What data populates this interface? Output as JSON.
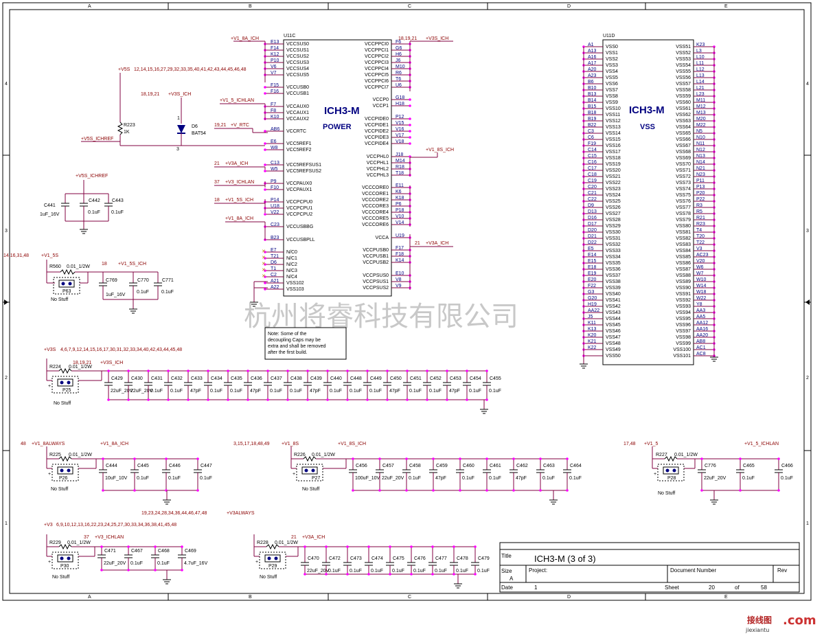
{
  "border": {
    "cols": [
      "A",
      "B",
      "C",
      "D",
      "E"
    ],
    "rows": [
      "4",
      "3",
      "2",
      "1"
    ]
  },
  "u11c": {
    "ref": "U11C",
    "name": "ICH3-M",
    "sub": "POWER",
    "left_pins": [
      [
        "E13",
        "VCCSUS0"
      ],
      [
        "F14",
        "VCCSUS1"
      ],
      [
        "K12",
        "VCCSUS2"
      ],
      [
        "P10",
        "VCCSUS3"
      ],
      [
        "V6",
        "VCCSUS4"
      ],
      [
        "V7",
        "VCCSUS5"
      ],
      [
        "F15",
        "VCCUSB0"
      ],
      [
        "F16",
        "VCCUSB1"
      ],
      [
        "F7",
        "VCCAUX0"
      ],
      [
        "F8",
        "VCCAUX1"
      ],
      [
        "K10",
        "VCCAUX2"
      ],
      [
        "AB6",
        "VCCRTC"
      ],
      [
        "E6",
        "VCC5REF1"
      ],
      [
        "W8",
        "VCC5REF2"
      ],
      [
        "C13",
        "VCC5REFSUS1"
      ],
      [
        "W5",
        "VCC5REFSUS2"
      ],
      [
        "P9",
        "VCCPAUX0"
      ],
      [
        "F10",
        "VCCPAUX1"
      ],
      [
        "P14",
        "VCCPCPU0"
      ],
      [
        "U18",
        "VCCPCPU1"
      ],
      [
        "V22",
        "VCCPCPU2"
      ],
      [
        "C23",
        "VCCUSBBG"
      ],
      [
        "B23",
        "VCCUSBPLL"
      ],
      [
        "E7",
        "N/C0"
      ],
      [
        "T21",
        "N/C1"
      ],
      [
        "D6",
        "N/C2"
      ],
      [
        "T1",
        "N/C3"
      ],
      [
        "C2",
        "N/C4"
      ],
      [
        "A21",
        "VSS102"
      ],
      [
        "A22",
        "VSS103"
      ]
    ],
    "right_pins": [
      [
        "F6",
        "VCCPPCI0"
      ],
      [
        "G6",
        "VCCPPCI1"
      ],
      [
        "H6",
        "VCCPPCI2"
      ],
      [
        "J6",
        "VCCPPCI3"
      ],
      [
        "M10",
        "VCCPPCI4"
      ],
      [
        "R6",
        "VCCPPCI5"
      ],
      [
        "T6",
        "VCCPPCI6"
      ],
      [
        "U6",
        "VCCPPCI7"
      ],
      [
        "G18",
        "VCCP0"
      ],
      [
        "H18",
        "VCCP1"
      ],
      [
        "P12",
        "VCCPIDE0"
      ],
      [
        "V15",
        "VCCPIDE1"
      ],
      [
        "V16",
        "VCCPIDE2"
      ],
      [
        "V17",
        "VCCPIDE3"
      ],
      [
        "V18",
        "VCCPIDE4"
      ],
      [
        "J18",
        "VCCPHL0"
      ],
      [
        "M14",
        "VCCPHL1"
      ],
      [
        "R18",
        "VCCPHL2"
      ],
      [
        "T18",
        "VCCPHL3"
      ],
      [
        "E11",
        "VCCCORE0"
      ],
      [
        "K6",
        "VCCCORE1"
      ],
      [
        "K18",
        "VCCCORE2"
      ],
      [
        "P6",
        "VCCCORE3"
      ],
      [
        "P18",
        "VCCCORE4"
      ],
      [
        "V10",
        "VCCCORE5"
      ],
      [
        "V14",
        "VCCCORE6"
      ],
      [
        "U19",
        "VCCA"
      ],
      [
        "F17",
        "VCCPUSB0"
      ],
      [
        "F18",
        "VCCPUSB1"
      ],
      [
        "K14",
        "VCCPUSB2"
      ],
      [
        "E10",
        "VCCPSUS0"
      ],
      [
        "V8",
        "VCCPSUS1"
      ],
      [
        "V9",
        "VCCPSUS2"
      ]
    ]
  },
  "u11d": {
    "ref": "U11D",
    "name": "ICH3-M",
    "sub": "VSS",
    "left_pins": [
      [
        "A1",
        "VSS0"
      ],
      [
        "A13",
        "VSS1"
      ],
      [
        "A16",
        "VSS2"
      ],
      [
        "A17",
        "VSS3"
      ],
      [
        "A20",
        "VSS4"
      ],
      [
        "A23",
        "VSS5"
      ],
      [
        "B6",
        "VSS6"
      ],
      [
        "B10",
        "VSS7"
      ],
      [
        "B13",
        "VSS8"
      ],
      [
        "B14",
        "VSS9"
      ],
      [
        "B15",
        "VSS10"
      ],
      [
        "B18",
        "VSS11"
      ],
      [
        "B19",
        "VSS12"
      ],
      [
        "B22",
        "VSS13"
      ],
      [
        "C3",
        "VSS14"
      ],
      [
        "C6",
        "VSS15"
      ],
      [
        "F19",
        "VSS16"
      ],
      [
        "C14",
        "VSS17"
      ],
      [
        "C15",
        "VSS18"
      ],
      [
        "C16",
        "VSS19"
      ],
      [
        "C17",
        "VSS20"
      ],
      [
        "C18",
        "VSS21"
      ],
      [
        "C19",
        "VSS22"
      ],
      [
        "C20",
        "VSS23"
      ],
      [
        "C21",
        "VSS24"
      ],
      [
        "C22",
        "VSS25"
      ],
      [
        "D9",
        "VSS26"
      ],
      [
        "D13",
        "VSS27"
      ],
      [
        "D16",
        "VSS28"
      ],
      [
        "D17",
        "VSS29"
      ],
      [
        "D20",
        "VSS30"
      ],
      [
        "D21",
        "VSS31"
      ],
      [
        "D22",
        "VSS32"
      ],
      [
        "E5",
        "VSS33"
      ],
      [
        "E14",
        "VSS34"
      ],
      [
        "E15",
        "VSS35"
      ],
      [
        "E18",
        "VSS36"
      ],
      [
        "E19",
        "VSS37"
      ],
      [
        "E20",
        "VSS38"
      ],
      [
        "F22",
        "VSS39"
      ],
      [
        "G3",
        "VSS40"
      ],
      [
        "G20",
        "VSS41"
      ],
      [
        "H19",
        "VSS42"
      ],
      [
        "AA22",
        "VSS43"
      ],
      [
        "J5",
        "VSS44"
      ],
      [
        "K11",
        "VSS45"
      ],
      [
        "K13",
        "VSS46"
      ],
      [
        "K20",
        "VSS47"
      ],
      [
        "K21",
        "VSS48"
      ],
      [
        "K22",
        "VSS49"
      ],
      [
        "",
        "VSS50"
      ]
    ],
    "right_pins": [
      [
        "K23",
        "VSS51"
      ],
      [
        "L3",
        "VSS52"
      ],
      [
        "L10",
        "VSS53"
      ],
      [
        "L11",
        "VSS54"
      ],
      [
        "L12",
        "VSS55"
      ],
      [
        "L13",
        "VSS56"
      ],
      [
        "L14",
        "VSS57"
      ],
      [
        "L21",
        "VSS58"
      ],
      [
        "L23",
        "VSS59"
      ],
      [
        "M11",
        "VSS60"
      ],
      [
        "M12",
        "VSS61"
      ],
      [
        "M13",
        "VSS62"
      ],
      [
        "M20",
        "VSS63"
      ],
      [
        "M22",
        "VSS64"
      ],
      [
        "N5",
        "VSS65"
      ],
      [
        "N10",
        "VSS66"
      ],
      [
        "N11",
        "VSS67"
      ],
      [
        "N12",
        "VSS68"
      ],
      [
        "N13",
        "VSS69"
      ],
      [
        "N14",
        "VSS70"
      ],
      [
        "N21",
        "VSS71"
      ],
      [
        "N23",
        "VSS72"
      ],
      [
        "P11",
        "VSS73"
      ],
      [
        "P13",
        "VSS74"
      ],
      [
        "P20",
        "VSS75"
      ],
      [
        "P22",
        "VSS76"
      ],
      [
        "R3",
        "VSS77"
      ],
      [
        "R5",
        "VSS78"
      ],
      [
        "R21",
        "VSS79"
      ],
      [
        "R23",
        "VSS80"
      ],
      [
        "T4",
        "VSS81"
      ],
      [
        "T20",
        "VSS82"
      ],
      [
        "T22",
        "VSS83"
      ],
      [
        "V3",
        "VSS84"
      ],
      [
        "AC23",
        "VSS85"
      ],
      [
        "V20",
        "VSS86"
      ],
      [
        "W6",
        "VSS87"
      ],
      [
        "W7",
        "VSS88"
      ],
      [
        "W10",
        "VSS89"
      ],
      [
        "W14",
        "VSS90"
      ],
      [
        "W18",
        "VSS91"
      ],
      [
        "W22",
        "VSS92"
      ],
      [
        "Y8",
        "VSS93"
      ],
      [
        "AA3",
        "VSS94"
      ],
      [
        "AA5",
        "VSS95"
      ],
      [
        "AA12",
        "VSS96"
      ],
      [
        "AA16",
        "VSS97"
      ],
      [
        "AA20",
        "VSS98"
      ],
      [
        "AB8",
        "VSS99"
      ],
      [
        "AC1",
        "VSS100"
      ],
      [
        "AC8",
        "VSS101"
      ]
    ]
  },
  "nets": {
    "v1_8a_top": "+V1_8A_ICH",
    "v3s_top": "+V3S_ICH",
    "v3s_top_pages": "18,19,21",
    "v5s": "+V5S",
    "v5s_pages": "12,14,15,16,27,29,32,33,35,40,41,42,43,44,45,46,48",
    "v3s_d6_pages": "18,19,21",
    "v3s_d6": "+V3S_ICH",
    "v1_5_ichlan": "+V1_5_ICHLAN",
    "v_rtc_pages": "19,21",
    "v_rtc": "+V_RTC",
    "v5s_ichref_a": "+V5S_ICHREF",
    "v3a_ich_21": "21",
    "v3a_ich": "+V3A_ICH",
    "v3_ichlan_37": "37",
    "v3_ichlan": "+V3_ICHLAN",
    "v1_5s_18": "18",
    "v1_5s_ich": "+V1_5S_ICH",
    "v1_8a_ich2": "+V1_8A_ICH",
    "v1_8s_ich_r": "+V1_8S_ICH",
    "v3a_ich_r_pages": "21",
    "v3a_ich_r": "+V3A_ICH",
    "v5s_ichref_b": "+V5S_ICHREF",
    "v1_5s_pages": "14,16,31,48",
    "v1_5s": "+V1_5S",
    "v1_5s_ich_b_pages": "18",
    "v1_5s_ich_b": "+V1_5S_ICH",
    "v3s_pages": "4,6,7,9,12,14,15,16,17,30,31,32,33,34,40,42,43,44,45,48",
    "v3s": "+V3S",
    "v3s_ich_pages": "18,19,21",
    "v3s_ich": "+V3S_ICH",
    "v1_8always_pages": "48",
    "v1_8always": "+V1_8ALWAYS",
    "v1_8a_ich3": "+V1_8A_ICH",
    "v1_8s_pages": "3,15,17,18,48,49",
    "v1_8s": "+V1_8S",
    "v1_8s_ich": "+V1_8S_ICH",
    "v1_5_pages": "17,48",
    "v1_5": "+V1_5",
    "v1_5_ichlan2": "+V1_5_ICHLAN",
    "v3always_pages": "19,23,24,28,34,36,44,46,47,48",
    "v3always": "+V3ALWAYS",
    "v3_pages": "6,9,10,12,13,16,22,23,24,25,27,30,33,34,36,38,41,45,48",
    "v3": "+V3",
    "v3_ichlan2_pages": "37",
    "v3_ichlan2": "+V3_ICHLAN",
    "v3a_ich3_pages": "21",
    "v3a_ich3": "+V3A_ICH"
  },
  "parts": {
    "r223": "R223",
    "r223_v": "1K",
    "d6": "D6",
    "d6_v": "BAT54",
    "d6_p1": "1",
    "d6_p3": "3",
    "c441": "C441",
    "c441_v": "1uF_16V",
    "c442": "C442",
    "c442_v": "0.1uF",
    "c443": "C443",
    "c443_v": "0.1uF",
    "r560": "R560",
    "r560_v": "0.01_1/2W",
    "p63": "P63",
    "c769": "C769",
    "c769_v": "1uF_16V",
    "c770": "C770",
    "c770_v": "0.1uF",
    "c771": "C771",
    "c771_v": "0.1uF",
    "no_stuff": "No Stuff",
    "r224": "R224",
    "r224_v": "0.01_1/2W",
    "p25": "P25",
    "r225": "R225",
    "r225_v": "0.01_1/2W",
    "p26": "P26",
    "r226": "R226",
    "r226_v": "0.01_1/2W",
    "p27": "P27",
    "r227": "R227",
    "r227_v": "0.01_1/2W",
    "p28": "P28",
    "r229": "R229",
    "r229_v": "0.01_1/2W",
    "p30": "P30",
    "r228": "R228",
    "r228_v": "0.01_1/2W",
    "p29": "P29"
  },
  "cap_rows": {
    "row_v3s": [
      [
        "C429",
        "22uF_20V"
      ],
      [
        "C430",
        "22uF_20V"
      ],
      [
        "C431",
        "0.1uF"
      ],
      [
        "C432",
        "0.1uF"
      ],
      [
        "C433",
        "47pF"
      ],
      [
        "C434",
        "0.1uF"
      ],
      [
        "C435",
        "0.1uF"
      ],
      [
        "C436",
        "47pF"
      ],
      [
        "C437",
        "0.1uF"
      ],
      [
        "C438",
        "0.1uF"
      ],
      [
        "C439",
        "47pF"
      ],
      [
        "C440",
        "0.1uF"
      ],
      [
        "C448",
        "0.1uF"
      ],
      [
        "C449",
        "0.1uF"
      ],
      [
        "C450",
        "47pF"
      ],
      [
        "C451",
        "0.1uF"
      ],
      [
        "C452",
        "0.1uF"
      ],
      [
        "C453",
        "47pF"
      ],
      [
        "C454",
        "0.1uF"
      ],
      [
        "C455",
        "0.1uF"
      ]
    ],
    "row_v18a": [
      [
        "C444",
        "10uF_10V"
      ],
      [
        "C445",
        "0.1uF"
      ],
      [
        "C446",
        "0.1uF"
      ],
      [
        "C447",
        "0.1uF"
      ]
    ],
    "row_v18s": [
      [
        "C456",
        "100uF_10V"
      ],
      [
        "C457",
        "22uF_20V"
      ],
      [
        "C458",
        "0.1uF"
      ],
      [
        "C459",
        "47pF"
      ],
      [
        "C460",
        "0.1uF"
      ],
      [
        "C461",
        "0.1uF"
      ],
      [
        "C462",
        "47pF"
      ],
      [
        "C463",
        "0.1uF"
      ],
      [
        "C464",
        "0.1uF"
      ]
    ],
    "row_v15": [
      [
        "C776",
        "22uF_20V"
      ],
      [
        "C465",
        "0.1uF"
      ],
      [
        "C466",
        "0.1uF"
      ]
    ],
    "row_v3": [
      [
        "C471",
        "22uF_20V"
      ],
      [
        "C467",
        "0.1uF"
      ],
      [
        "C468",
        "0.1uF"
      ],
      [
        "C469",
        "4.7uF_16V"
      ]
    ],
    "row_v3always": [
      [
        "C470",
        "22uF_20V"
      ],
      [
        "C472",
        "0.1uF"
      ],
      [
        "C473",
        "0.1uF"
      ],
      [
        "C474",
        "0.1uF"
      ],
      [
        "C475",
        "0.1uF"
      ],
      [
        "C476",
        "0.1uF"
      ],
      [
        "C477",
        "0.1uF"
      ],
      [
        "C478",
        "0.1uF"
      ],
      [
        "C479",
        "0.1uF"
      ]
    ]
  },
  "note": [
    "Note: Some of the",
    "decoupling Caps may be",
    "extra and shall be removed",
    "after the first build."
  ],
  "watermark": "杭州将睿科技有限公司",
  "title_block": {
    "title_label": "Title",
    "title": "ICH3-M (3 of 3)",
    "size_label": "Size",
    "size": "A",
    "project_label": "Project:",
    "docnum_label": "Document Number",
    "rev_label": "Rev",
    "date_label": "Date",
    "date_value": "1",
    "sheet_label": "Sheet",
    "sheet": "20",
    "of_label": "of",
    "of": "58"
  },
  "logo": {
    "text": "接线图",
    "suffix": ".com",
    "sub": "jiexiantu"
  }
}
